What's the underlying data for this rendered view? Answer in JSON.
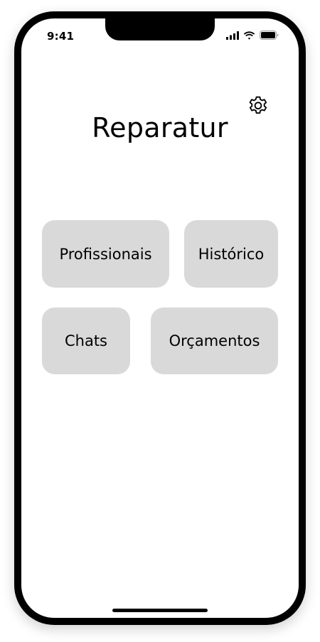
{
  "status_bar": {
    "time": "9:41",
    "icons": [
      "signal-icon",
      "wifi-icon",
      "battery-icon"
    ]
  },
  "header": {
    "settings_icon": "gear-icon",
    "title": "Reparatur"
  },
  "menu": {
    "items": [
      {
        "label": "Profissionais"
      },
      {
        "label": "Histórico"
      },
      {
        "label": "Chats"
      },
      {
        "label": "Orçamentos"
      }
    ]
  },
  "colors": {
    "tile_background": "#d9d9d9",
    "text": "#000000",
    "screen_background": "#ffffff",
    "device_frame": "#000000"
  }
}
